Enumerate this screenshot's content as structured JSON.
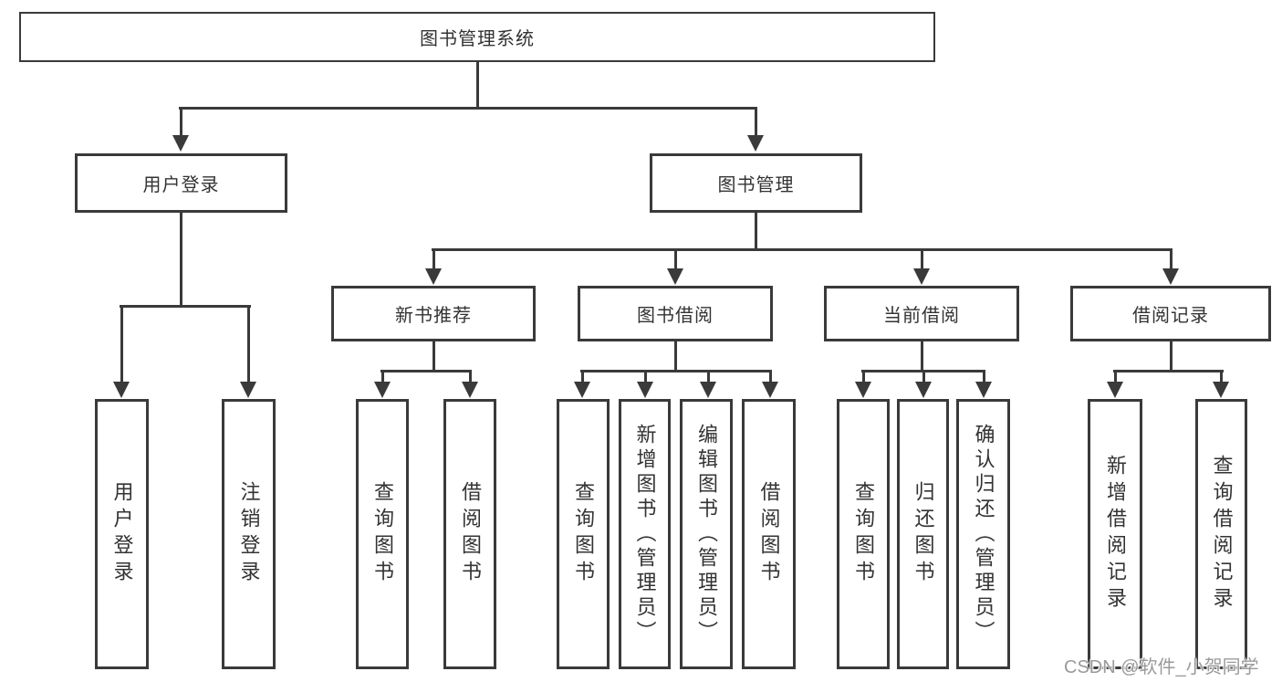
{
  "diagram": {
    "root": {
      "label": "图书管理系统"
    },
    "level2": [
      {
        "label": "用户登录"
      },
      {
        "label": "图书管理"
      }
    ],
    "level3": [
      {
        "label": "新书推荐"
      },
      {
        "label": "图书借阅"
      },
      {
        "label": "当前借阅"
      },
      {
        "label": "借阅记录"
      }
    ],
    "level4": [
      {
        "label": "用户登录"
      },
      {
        "label": "注销登录"
      },
      {
        "label": "查询图书"
      },
      {
        "label": "借阅图书"
      },
      {
        "label": "查询图书"
      },
      {
        "label": "新增图书（管理员）"
      },
      {
        "label": "编辑图书（管理员）"
      },
      {
        "label": "借阅图书"
      },
      {
        "label": "查询图书"
      },
      {
        "label": "归还图书"
      },
      {
        "label": "确认归还（管理员）"
      },
      {
        "label": "新增借阅记录"
      },
      {
        "label": "查询借阅记录"
      }
    ]
  },
  "watermark": {
    "text": "CSDN @软件_小贺同学"
  },
  "colors": {
    "line": "#3a3a3a",
    "text": "#333333",
    "watermark": "#9a9a9a",
    "background": "#ffffff"
  }
}
